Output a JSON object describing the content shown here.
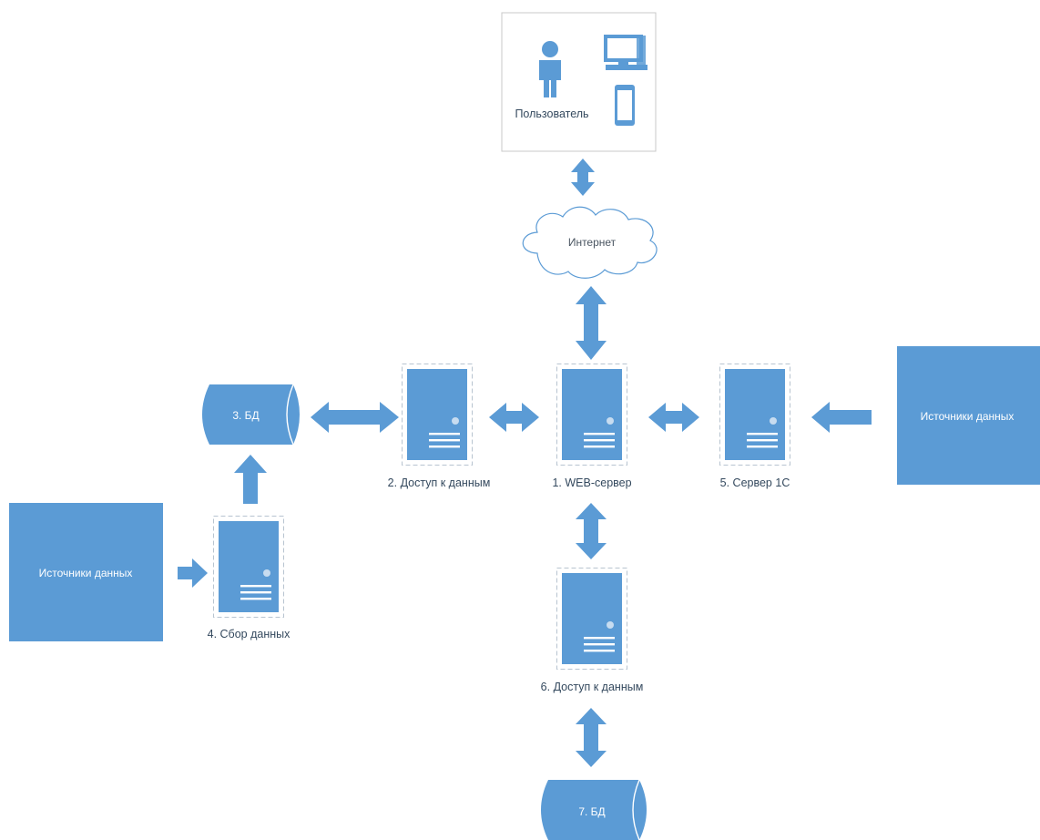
{
  "diagram": {
    "user": {
      "label": "Пользователь"
    },
    "internet": {
      "label": "Интернет"
    },
    "servers": {
      "web": {
        "label": "1. WEB-сервер"
      },
      "data_access_2": {
        "label": "2. Доступ к данным"
      },
      "collect_4": {
        "label": "4. Сбор данных"
      },
      "server_1c_5": {
        "label": "5. Сервер 1С"
      },
      "data_access_6": {
        "label": "6. Доступ к данным"
      }
    },
    "databases": {
      "db3": {
        "label": "3. БД"
      },
      "db7": {
        "label": "7. БД"
      }
    },
    "sources": {
      "left": {
        "label": "Источники данных"
      },
      "right": {
        "label": "Источники данных"
      }
    },
    "colors": {
      "accent": "#5b9bd5",
      "border": "#c8c8c8",
      "server_border": "#b8c4d0"
    }
  }
}
